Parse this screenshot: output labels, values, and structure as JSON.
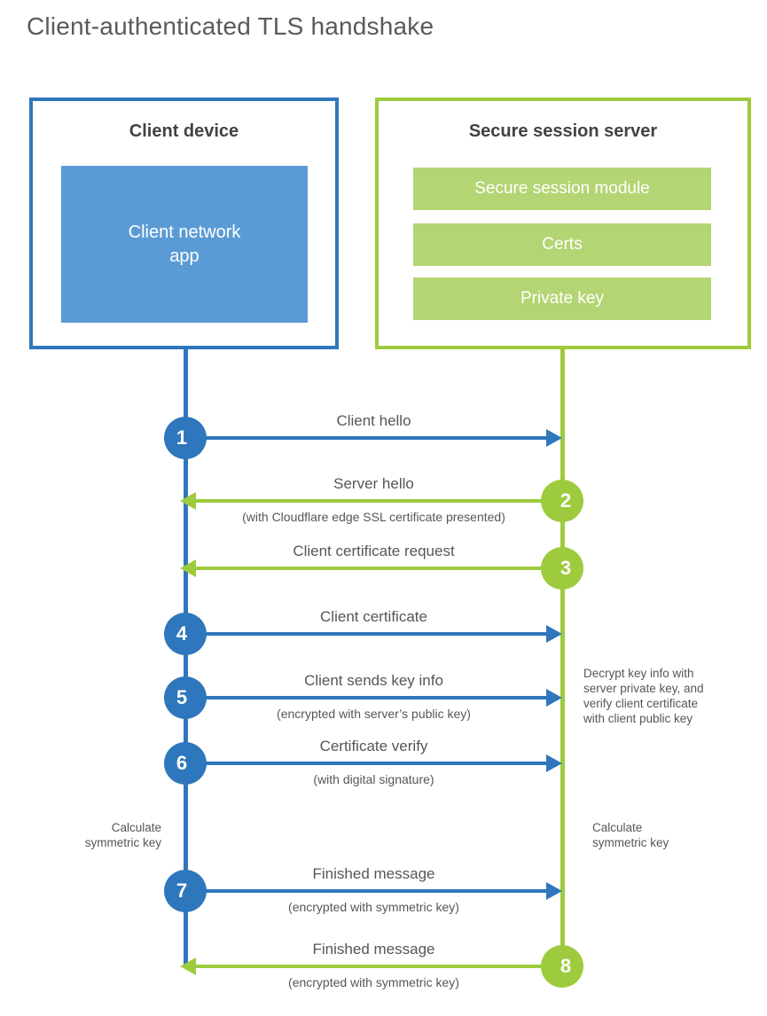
{
  "title": "Client-authenticated TLS handshake",
  "colors": {
    "blue_accent": "#2e77bc",
    "blue_fill": "#5b9bd5",
    "green_accent": "#9ecb3d",
    "green_fill": "#b4d573",
    "heading_text": "#414245",
    "body_text": "#54565b"
  },
  "client_box": {
    "title": "Client device",
    "app_label": "Client network\napp"
  },
  "server_box": {
    "title": "Secure session server",
    "modules": [
      "Secure session module",
      "Certs",
      "Private key"
    ]
  },
  "steps": [
    {
      "num": "1",
      "actor": "client",
      "direction": "right",
      "label": "Client hello",
      "sub": ""
    },
    {
      "num": "2",
      "actor": "server",
      "direction": "left",
      "label": "Server hello",
      "sub": "(with Cloudflare edge SSL certificate presented)"
    },
    {
      "num": "3",
      "actor": "server",
      "direction": "left",
      "label": "Client certificate request",
      "sub": ""
    },
    {
      "num": "4",
      "actor": "client",
      "direction": "right",
      "label": "Client certificate",
      "sub": ""
    },
    {
      "num": "5",
      "actor": "client",
      "direction": "right",
      "label": "Client sends key info",
      "sub": "(encrypted with server’s public key)"
    },
    {
      "num": "6",
      "actor": "client",
      "direction": "right",
      "label": "Certificate verify",
      "sub": "(with digital signature)"
    },
    {
      "num": "7",
      "actor": "client",
      "direction": "right",
      "label": "Finished message",
      "sub": "(encrypted with symmetric key)"
    },
    {
      "num": "8",
      "actor": "server",
      "direction": "left",
      "label": "Finished message",
      "sub": "(encrypted with symmetric key)"
    }
  ],
  "annotations": {
    "server_note": "Decrypt key info with\nserver private key, and\nverify client certificate\nwith client public key",
    "calculate_left": "Calculate\nsymmetric key",
    "calculate_right": "Calculate\nsymmetric key"
  }
}
